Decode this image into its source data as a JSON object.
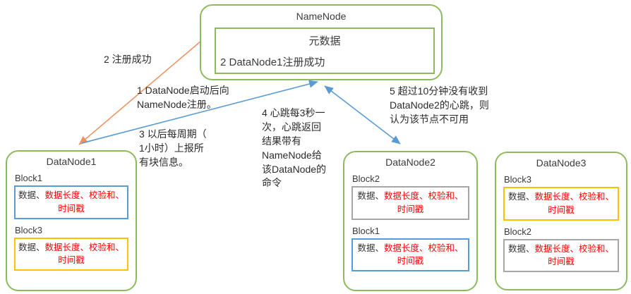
{
  "colors": {
    "node_border_green": "#8cba5c",
    "arrow_blue": "#5b9bd5",
    "arrow_orange": "#ed9261",
    "block_border_blue": "#5b9bd5",
    "block_border_amber": "#ffc000",
    "block_border_gray": "#a6a6a6",
    "data_red_text": "#ff0000",
    "text_dark": "#3b3b3b"
  },
  "namenode": {
    "title": "NameNode",
    "metadata_label": "元数据",
    "status_message": "2 DataNode1注册成功"
  },
  "annotations": {
    "register_success": "2 注册成功",
    "register": "1 DataNode启动后向\nNameNode注册。",
    "block_report": "3 以后每周期（\n1小时）上报所\n有块信息。",
    "heartbeat": "4 心跳每3秒一\n次，心跳返回\n结果带有\nNameNode给\n该DataNode的\n命令",
    "timeout": "5 超过10分钟没有收到\nDataNode2的心跳，则\n认为该节点不可用"
  },
  "datanodes": [
    {
      "title": "DataNode1",
      "blocks": [
        {
          "label": "Block1",
          "border": "blue",
          "data_prefix": "数据、",
          "data_detail": "数据长度、校验和、时间戳"
        },
        {
          "label": "Block3",
          "border": "amber",
          "data_prefix": "数据、",
          "data_detail": "数据长度、校验和、时间戳"
        }
      ]
    },
    {
      "title": "DataNode2",
      "blocks": [
        {
          "label": "Block2",
          "border": "gray",
          "data_prefix": "数据、",
          "data_detail": "数据长度、校验和、时间戳"
        },
        {
          "label": "Block1",
          "border": "blue",
          "data_prefix": "数据、",
          "data_detail": "数据长度、校验和、时间戳"
        }
      ]
    },
    {
      "title": "DataNode3",
      "blocks": [
        {
          "label": "Block3",
          "border": "amber",
          "data_prefix": "数据、",
          "data_detail": "数据长度、校验和、时间戳"
        },
        {
          "label": "Block2",
          "border": "gray",
          "data_prefix": "数据、",
          "data_detail": "数据长度、校验和、时间戳"
        }
      ]
    }
  ]
}
